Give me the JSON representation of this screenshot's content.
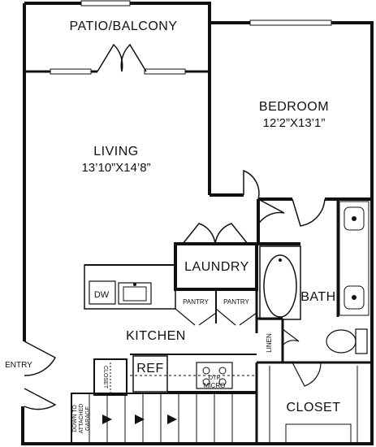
{
  "rooms": {
    "patio": {
      "label": "PATIO/BALCONY"
    },
    "bedroom": {
      "label": "BEDROOM",
      "dims": "12’2”X13’1”"
    },
    "living": {
      "label": "LIVING",
      "dims": "13’10”X14’8”"
    },
    "laundry": {
      "label": "LAUNDRY"
    },
    "pantry_left": {
      "label": "PANTRY"
    },
    "pantry_right": {
      "label": "PANTRY"
    },
    "bath": {
      "label": "BATH"
    },
    "kitchen": {
      "label": "KITCHEN"
    },
    "linen": {
      "label": "LINEN"
    },
    "closet": {
      "label": "CLOSET"
    },
    "closet_small": {
      "label": "CLOSET"
    },
    "entry": {
      "label": "ENTRY"
    }
  },
  "appliances": {
    "dishwasher": "DW",
    "refrigerator": "REF",
    "microwave_top": "OTR",
    "microwave_bottom": "MICRO"
  },
  "stairs": {
    "label_lines": [
      "DOWN TO",
      "ATTACHED",
      "GARAGE"
    ]
  }
}
